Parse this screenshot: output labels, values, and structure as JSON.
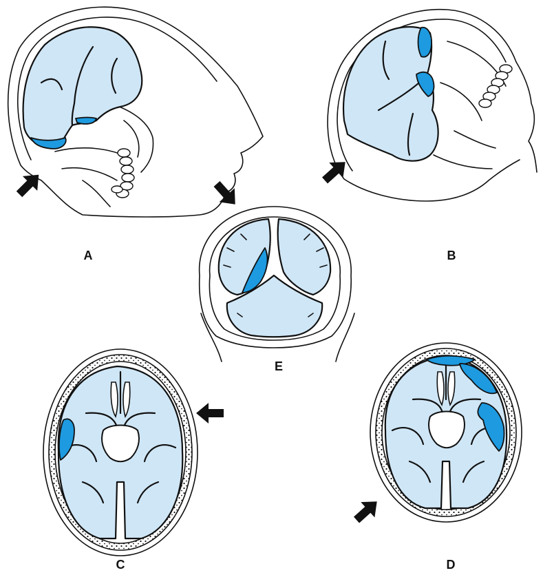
{
  "panels": [
    {
      "id": "A",
      "label": "A"
    },
    {
      "id": "B",
      "label": "B"
    },
    {
      "id": "C",
      "label": "C"
    },
    {
      "id": "D",
      "label": "D"
    },
    {
      "id": "E",
      "label": "E"
    }
  ],
  "colors": {
    "brain": "#cfe6f6",
    "lesion": "#1e9ae0",
    "outline": "#111111",
    "arrow": "#111111"
  },
  "icons": [
    "impact-arrow-icon"
  ]
}
